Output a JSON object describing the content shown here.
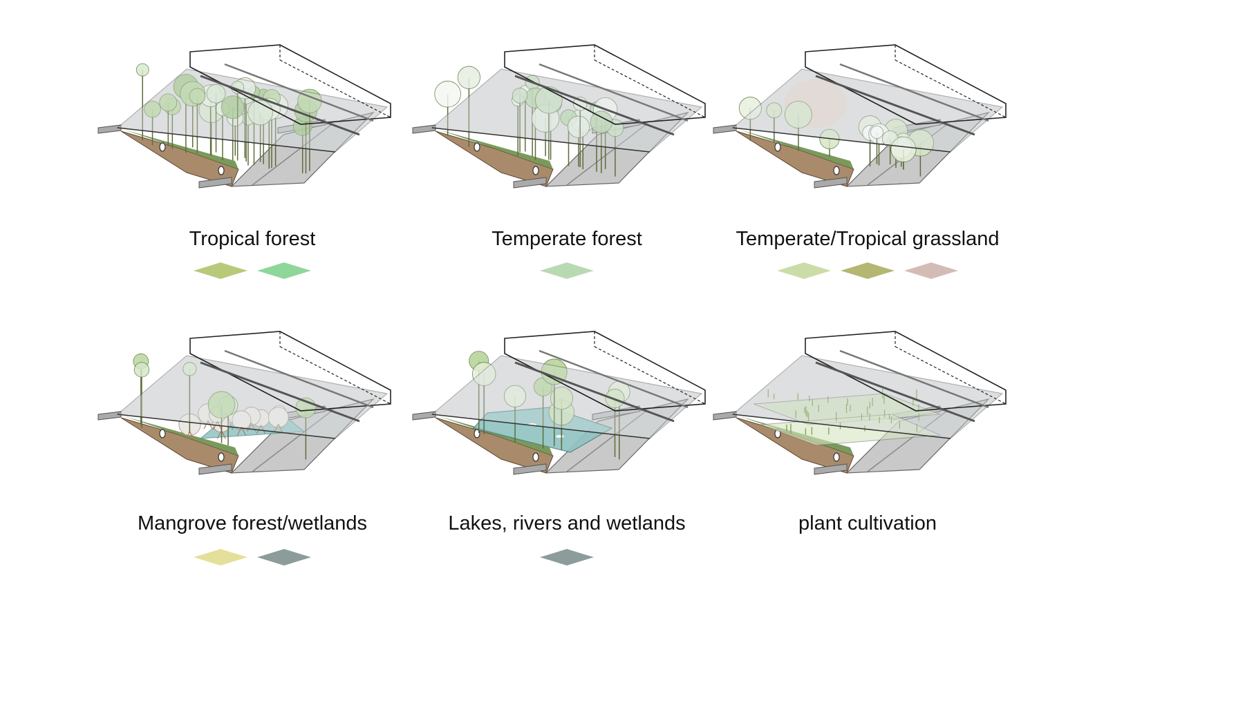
{
  "panels": [
    {
      "caption": "Tropical forest",
      "scene": "forest-dense",
      "swatches": [
        "#b8c97a",
        "#8fd69a"
      ],
      "icon": "tropical-forest-biome-icon"
    },
    {
      "caption": "Temperate forest",
      "scene": "forest-light",
      "swatches": [
        "#b9d9b3"
      ],
      "icon": "temperate-forest-biome-icon"
    },
    {
      "caption": "Temperate/Tropical grassland",
      "scene": "grassland",
      "swatches": [
        "#cbdca8",
        "#b4b772",
        "#d4bcb6"
      ],
      "icon": "grassland-biome-icon"
    },
    {
      "caption": "Mangrove forest/wetlands",
      "scene": "mangrove",
      "swatches": [
        "#e4e09a",
        "#8c9c9a"
      ],
      "icon": "mangrove-biome-icon"
    },
    {
      "caption": "Lakes, rivers and wetlands",
      "scene": "lake",
      "swatches": [
        "#8c9c9a"
      ],
      "icon": "lake-biome-icon"
    },
    {
      "caption": "plant cultivation",
      "scene": "cultivation",
      "swatches": [],
      "icon": "plant-cultivation-biome-icon"
    }
  ]
}
